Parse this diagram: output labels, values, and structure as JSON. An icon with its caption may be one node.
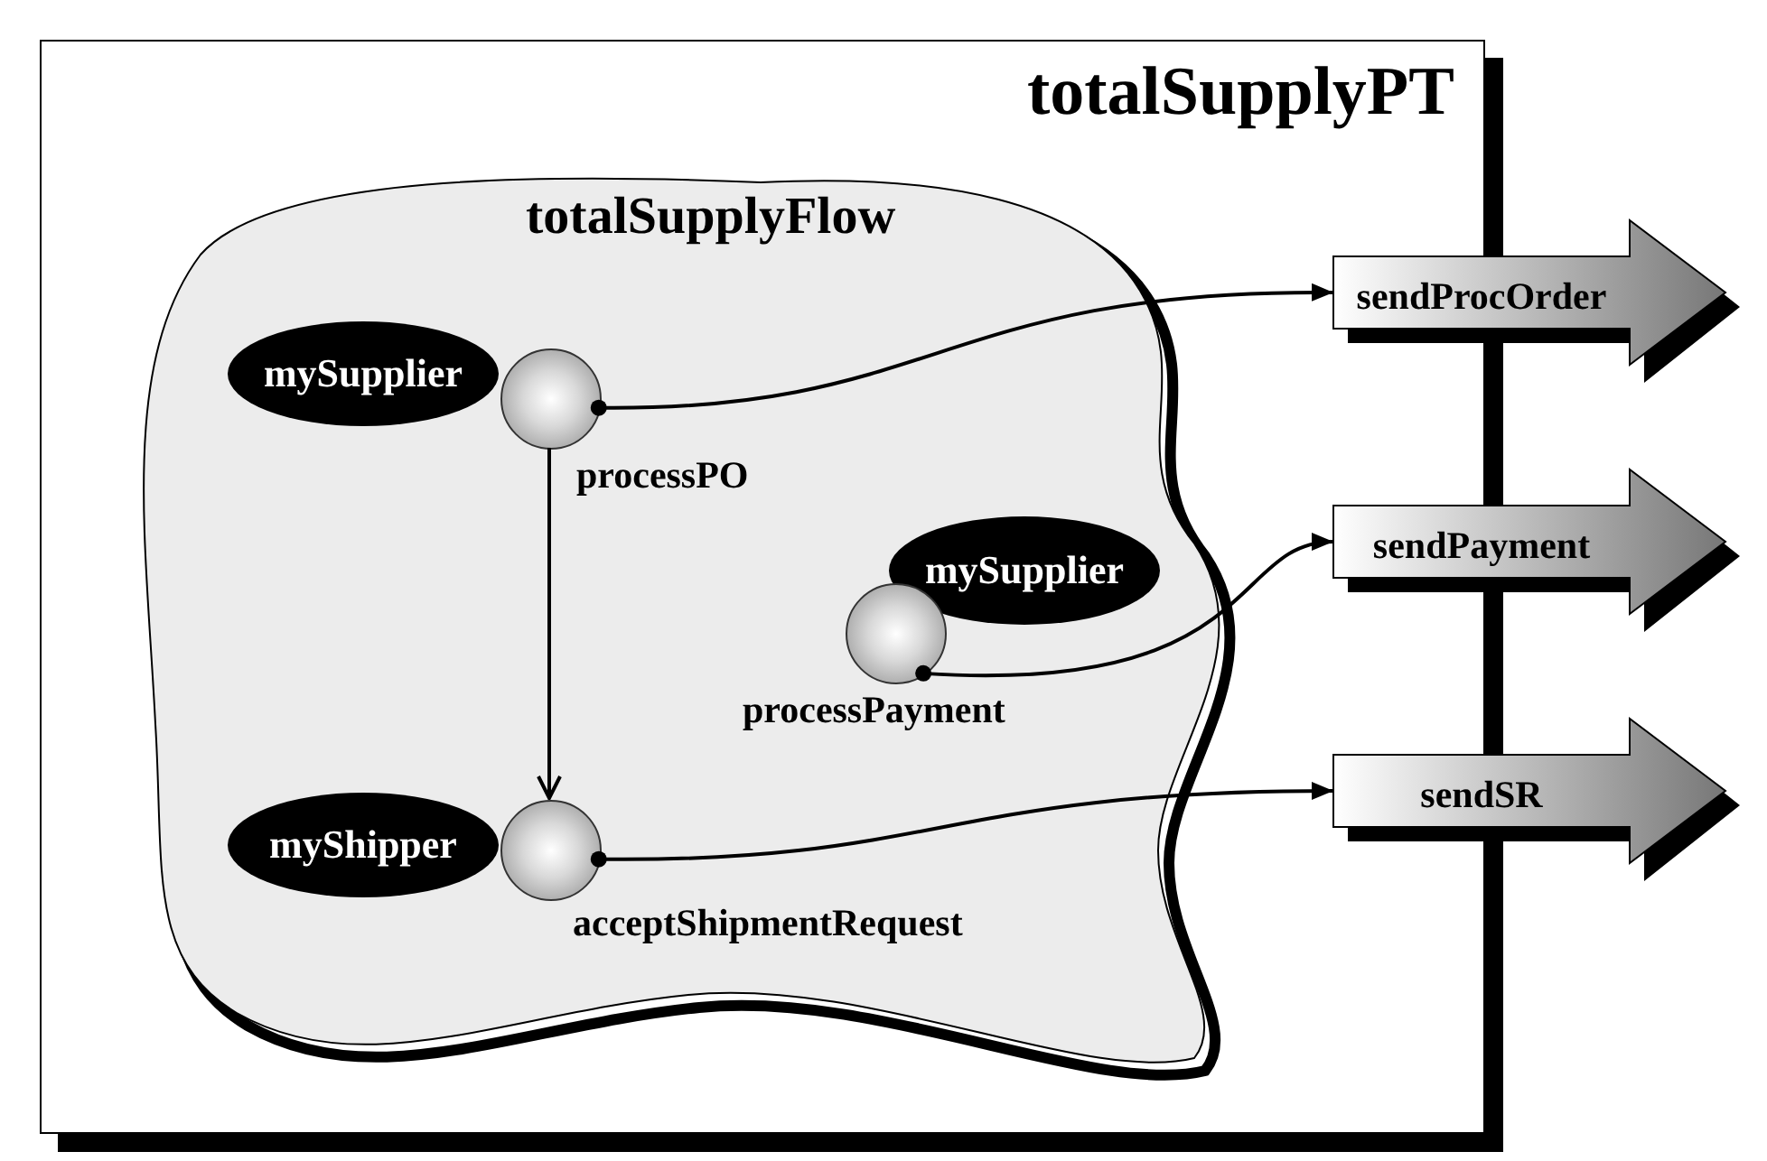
{
  "diagram": {
    "nodes": [
      {
        "text": [
          "totalSupplyPT"
        ]
      },
      {
        "text": [
          "totalSupplyFlow"
        ],
        "in": 0
      },
      {
        "text": [
          "mySupplier"
        ],
        "in": 1
      },
      {
        "text": [],
        "shape": "circle",
        "beside": [
          "processPO"
        ],
        "in": 1
      },
      {
        "text": [
          "mySupplier"
        ],
        "in": 1
      },
      {
        "text": [],
        "shape": "circle",
        "beside": [
          "processPayment"
        ],
        "in": 1
      },
      {
        "text": [
          "myShipper"
        ],
        "in": 1
      },
      {
        "text": [],
        "shape": "circle",
        "beside": [
          "acceptShipmentRequest"
        ],
        "in": 1
      },
      {
        "text": [
          "sendProcOrder"
        ]
      },
      {
        "text": [
          "sendPayment"
        ]
      },
      {
        "text": [
          "sendSR"
        ]
      }
    ],
    "edges": [
      {
        "from": 3,
        "to": 7,
        "arrow": "to"
      },
      {
        "from": 3,
        "to": 8,
        "arrow": "to"
      },
      {
        "from": 5,
        "to": 9,
        "arrow": "to"
      },
      {
        "from": 7,
        "to": 10,
        "arrow": "to"
      }
    ]
  }
}
